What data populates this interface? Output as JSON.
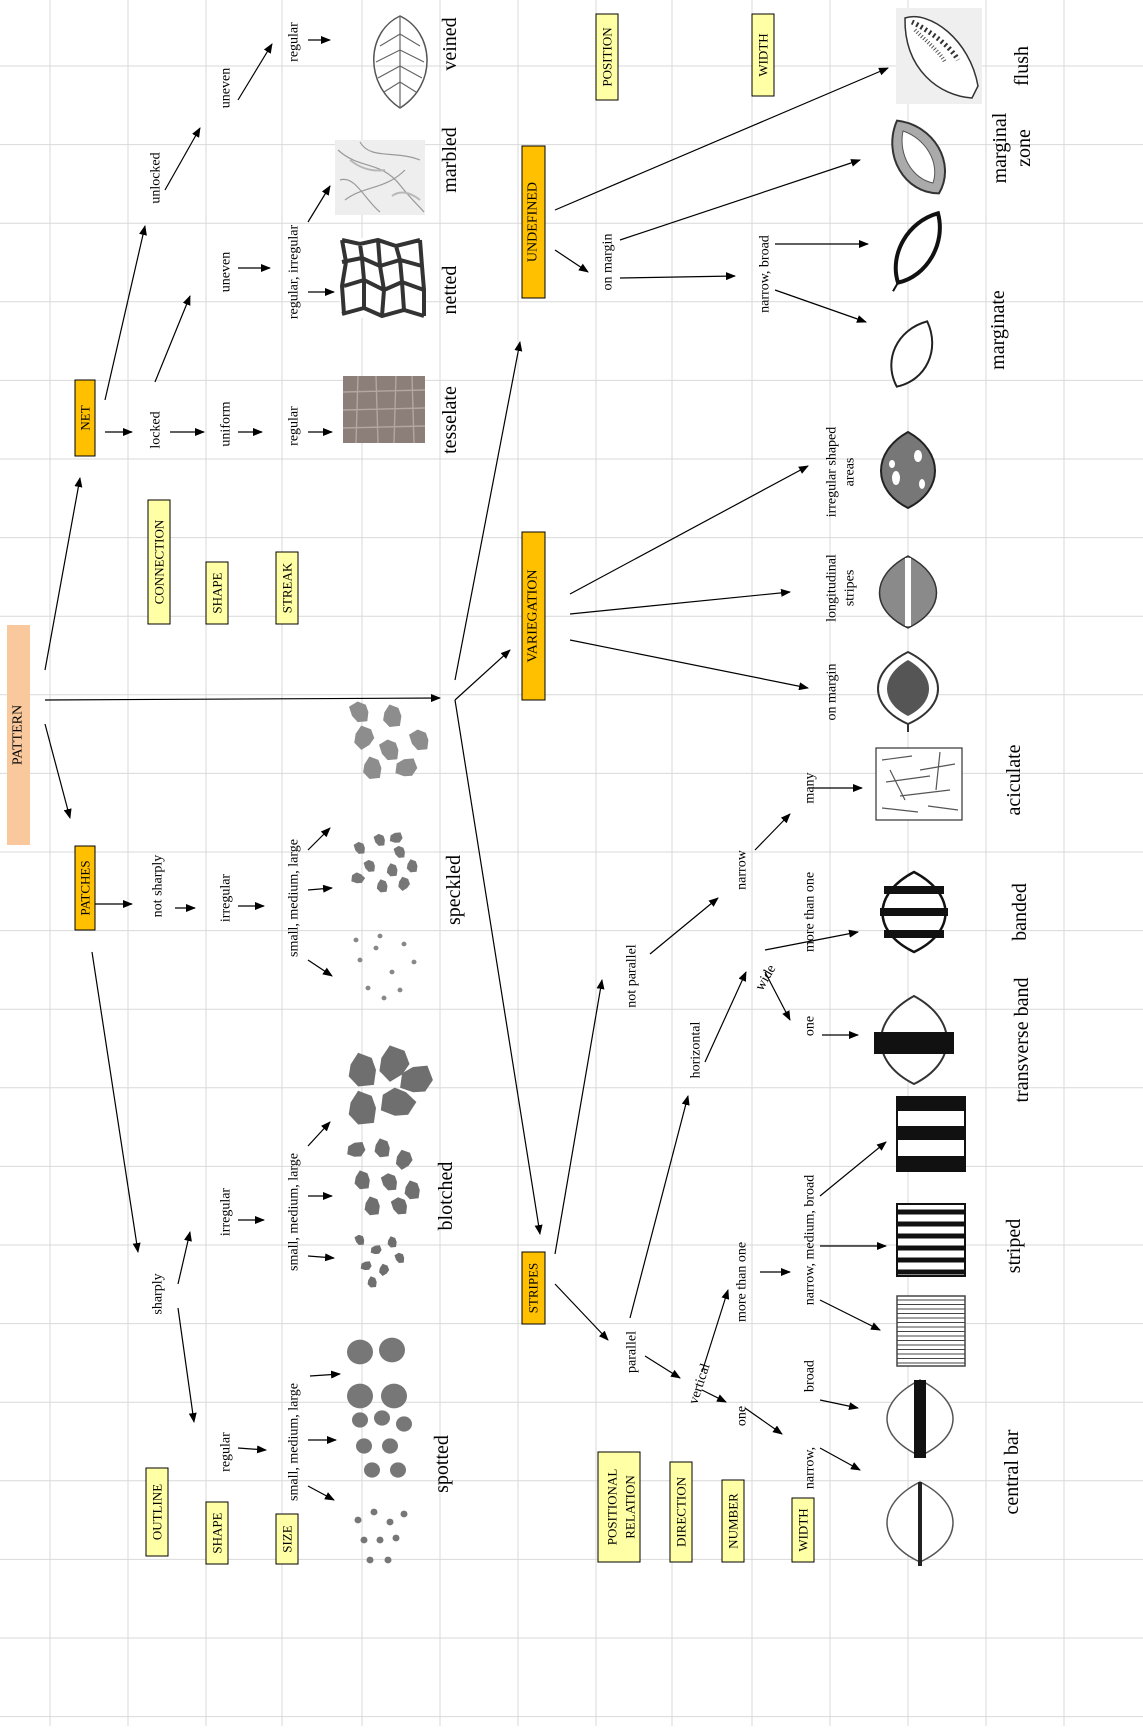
{
  "root": "PATTERN",
  "categories": {
    "net": "NET",
    "patches": "PATCHES",
    "variegation": "VARIEGATION",
    "undefined": "UNDEFINED",
    "stripes": "STRIPES"
  },
  "criteria": {
    "connection": "CONNECTION",
    "shape_mid": "SHAPE",
    "streak": "STREAK",
    "position": "POSITION",
    "width_top": "WIDTH",
    "outline": "OUTLINE",
    "shape_bottom": "SHAPE",
    "size": "SIZE",
    "positional_relation_1": "POSITIONAL",
    "positional_relation_2": "RELATION",
    "direction": "DIRECTION",
    "number": "NUMBER",
    "width_bottom": "WIDTH"
  },
  "nodes": {
    "unlocked": "unlocked",
    "uneven_1": "uneven",
    "regular_1": "regular",
    "locked": "locked",
    "uneven_2": "uneven",
    "regular_irregular": "regular, irregular",
    "uniform": "uniform",
    "regular_2": "regular",
    "not_sharply": "not sharply",
    "irregular_1": "irregular",
    "smll_1": "small, medium, large",
    "sharply": "sharply",
    "irregular_2": "irregular",
    "smll_2": "small, medium, large",
    "regular_3": "regular",
    "smll_3": "small, medium, large",
    "on_margin_1": "on margin",
    "narrow_broad": "narrow, broad",
    "on_margin_2": "on margin",
    "longitudinal_1": "longitudinal",
    "longitudinal_2": "stripes",
    "irregular_shaped_1": "irregular shaped",
    "irregular_shaped_2": "areas",
    "not_parallel": "not parallel",
    "narrow": "narrow",
    "many": "many",
    "horizontal": "horizontal",
    "wide": "wide",
    "more_than_one_1": "more than one",
    "one_1": "one",
    "parallel": "parallel",
    "vertical": "vertical",
    "more_than_one_2": "more than one",
    "one_2": "one",
    "nmb": "narrow, medium, broad",
    "narrow_comma": "narrow,",
    "broad": "broad"
  },
  "terms": {
    "veined": "veined",
    "marbled": "marbled",
    "netted": "netted",
    "tesselate": "tesselate",
    "flush": "flush",
    "marginal_1": "marginal",
    "marginal_2": "zone",
    "marginate": "marginate",
    "speckled": "speckled",
    "blotched": "blotched",
    "spotted": "spotted",
    "aciculate": "aciculate",
    "banded": "banded",
    "transverse_band": "transverse band",
    "striped": "striped",
    "central_bar": "central bar"
  },
  "colors": {
    "root_fill": "#f9c99d",
    "category_fill": "#ffc000",
    "criterion_fill": "#ffffa6",
    "grid": "#d9d9d9"
  }
}
